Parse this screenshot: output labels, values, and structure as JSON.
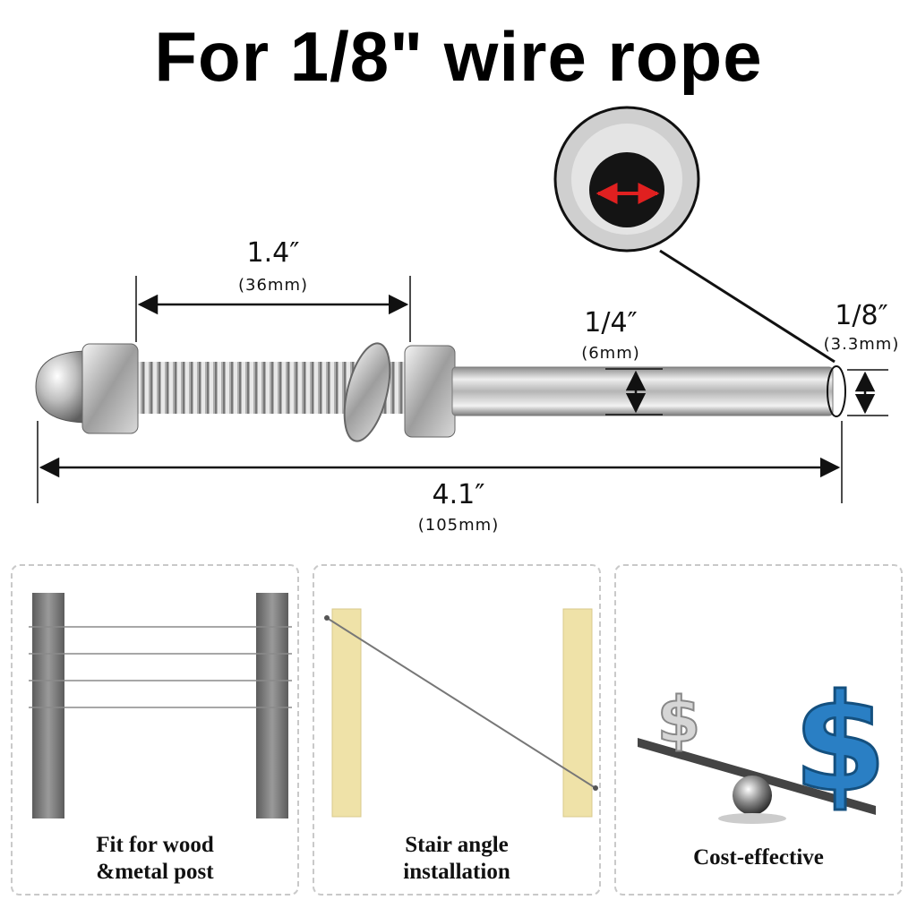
{
  "title": "For 1/8\" wire rope",
  "dimensions": {
    "thread_length": {
      "main": "1.4″",
      "sub": "(36mm)"
    },
    "body_diameter": {
      "main": "1/4″",
      "sub": "(6mm)"
    },
    "hole_diameter": {
      "main": "1/8″",
      "sub": "(3.3mm)"
    },
    "total_length": {
      "main": "4.1″",
      "sub": "(105mm)"
    }
  },
  "panels": [
    {
      "caption_line1": "Fit for wood",
      "caption_line2": "&metal post"
    },
    {
      "caption_line1": "Stair angle",
      "caption_line2": "installation"
    },
    {
      "caption_line1": "Cost-effective"
    }
  ],
  "icons": [
    "dollar-sign-icon",
    "balance-scale-icon"
  ],
  "colors": {
    "arrow_red": "#e02020",
    "dollar_blue": "#2a7fc4",
    "wood": "#efe2a8",
    "metal_post": "#777777"
  }
}
